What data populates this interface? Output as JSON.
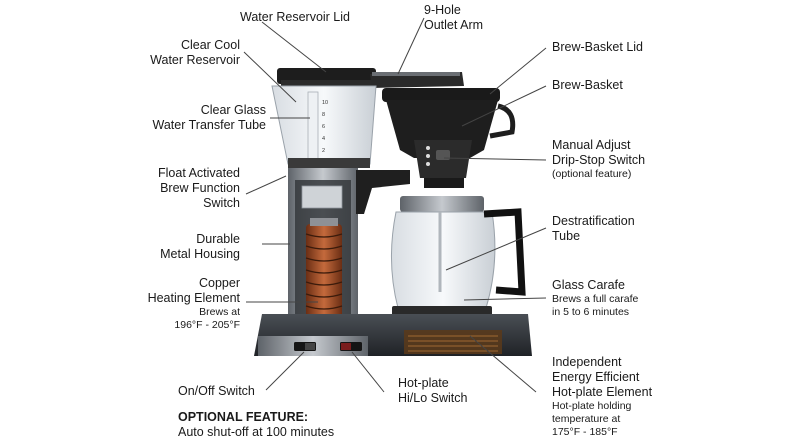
{
  "labels": {
    "water_reservoir_lid": "Water Reservoir Lid",
    "outlet_arm": {
      "line1": "9-Hole",
      "line2": "Outlet Arm"
    },
    "clear_cool_reservoir": {
      "line1": "Clear Cool",
      "line2": "Water Reservoir"
    },
    "brew_basket_lid": "Brew-Basket Lid",
    "brew_basket": "Brew-Basket",
    "clear_glass_tube": {
      "line1": "Clear Glass",
      "line2": "Water Transfer Tube"
    },
    "drip_stop": {
      "line1": "Manual Adjust",
      "line2": "Drip-Stop Switch",
      "note": "(optional feature)"
    },
    "float_switch": {
      "line1": "Float Activated",
      "line2": "Brew Function",
      "line3": "Switch"
    },
    "destratification": {
      "line1": "Destratification",
      "line2": "Tube"
    },
    "metal_housing": {
      "line1": "Durable",
      "line2": "Metal Housing"
    },
    "copper_element": {
      "line1": "Copper",
      "line2": "Heating Element",
      "note1": "Brews at",
      "note2": "196°F - 205°F"
    },
    "glass_carafe": {
      "line1": "Glass Carafe",
      "note1": "Brews a full carafe",
      "note2": "in 5 to 6 minutes"
    },
    "hotplate_element": {
      "line1": "Independent",
      "line2": "Energy Efficient",
      "line3": "Hot-plate Element",
      "note1": "Hot-plate holding",
      "note2": "temperature at",
      "note3": "175°F - 185°F"
    },
    "on_off": "On/Off Switch",
    "hotplate_switch": {
      "line1": "Hot-plate",
      "line2": "Hi/Lo Switch"
    }
  },
  "optional_feature": {
    "title": "OPTIONAL FEATURE:",
    "body": "Auto shut-off at 100 minutes"
  },
  "reservoir_scale": [
    "10",
    "8",
    "6",
    "4",
    "2"
  ],
  "colors": {
    "text": "#1a1a1a",
    "leader": "#444444",
    "copper": "#a0522d",
    "dark": "#222222",
    "metal": "#8a8f96"
  }
}
